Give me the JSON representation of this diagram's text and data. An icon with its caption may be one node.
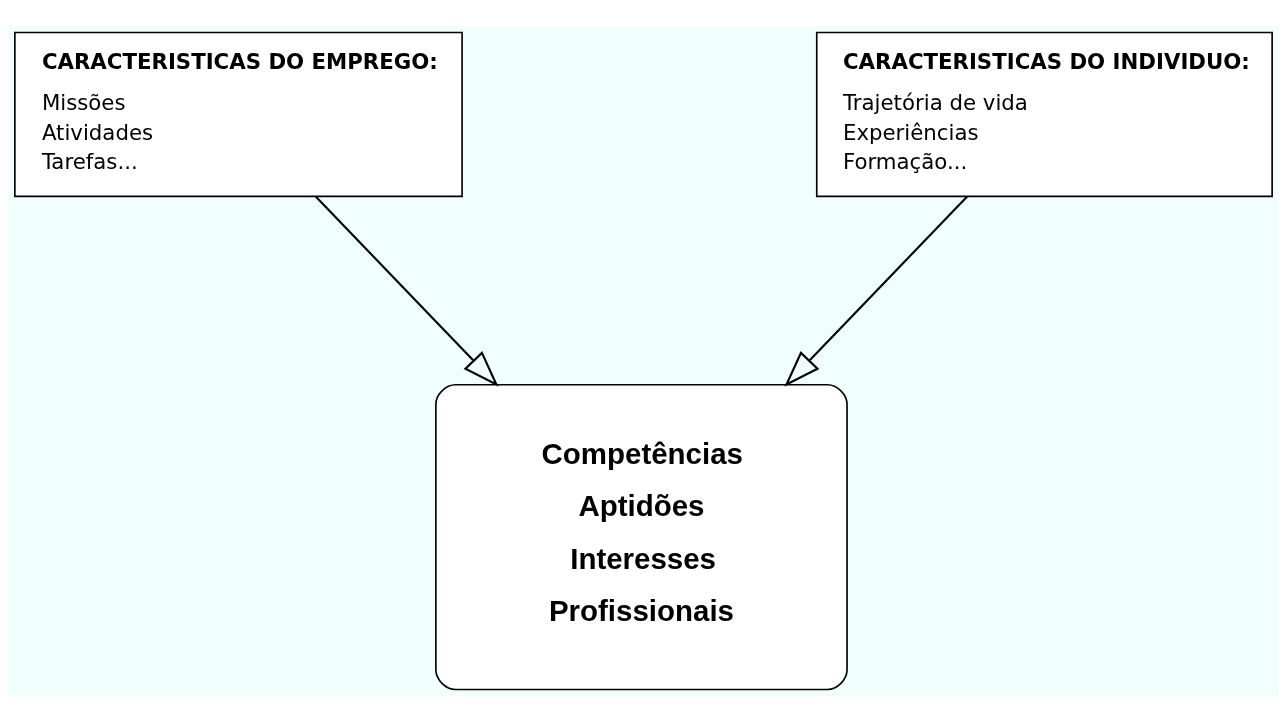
{
  "diagram": {
    "nodes": [
      {
        "text": [
          "CARACTERISTICAS DO EMPREGO:",
          "Missões",
          "Atividades",
          "Tarefas..."
        ]
      },
      {
        "text": [
          "CARACTERISTICAS DO INDIVIDUO:",
          "Trajetória de vida",
          "Experiências",
          "Formação..."
        ]
      },
      {
        "text": [
          "Competências",
          "Aptidões",
          "Interesses",
          "Profissionais"
        ]
      }
    ],
    "edges": [
      {
        "from": 0,
        "to": 2,
        "arrow": "to"
      },
      {
        "from": 1,
        "to": 2,
        "arrow": "to"
      }
    ]
  }
}
